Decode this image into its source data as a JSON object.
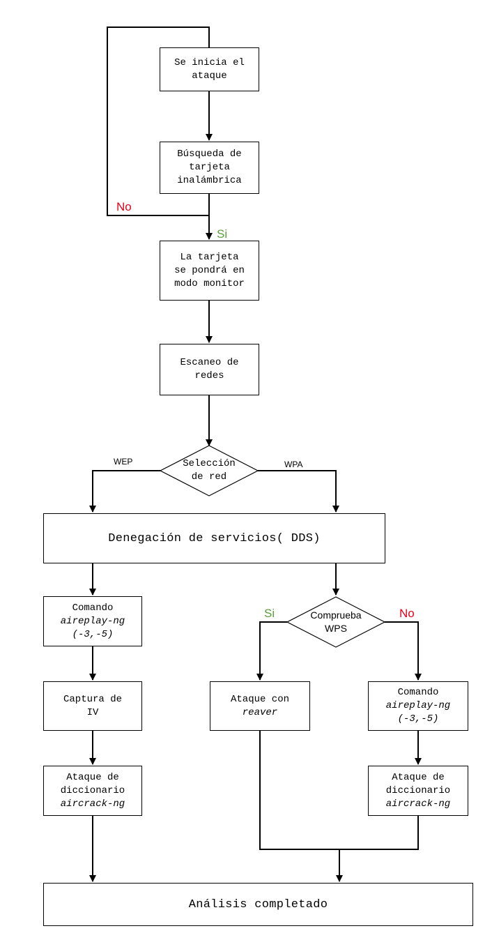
{
  "diagram": {
    "nodes": {
      "start": {
        "lines": [
          "Se inicia el",
          "ataque"
        ]
      },
      "search": {
        "lines": [
          "Búsqueda de",
          "tarjeta",
          "inalámbrica"
        ]
      },
      "monitor": {
        "lines": [
          "La tarjeta",
          "se pondrá en",
          "modo monitor"
        ]
      },
      "scan": {
        "lines": [
          "Escaneo de",
          "redes"
        ]
      },
      "select": {
        "lines": [
          "Selección",
          "de red"
        ]
      },
      "dds": {
        "lines": [
          "Denegación de servicios( DDS)"
        ]
      },
      "cmd_left": {
        "lines": [
          "Comando",
          "aireplay-ng",
          "(-3,-5)"
        ]
      },
      "wps": {
        "lines": [
          "Comprueba",
          "WPS"
        ]
      },
      "capture": {
        "lines": [
          "Captura de",
          "IV"
        ]
      },
      "reaver": {
        "lines": [
          "Ataque con",
          "reaver"
        ]
      },
      "cmd_right": {
        "lines": [
          "Comando",
          "aireplay-ng",
          "(-3,-5)"
        ]
      },
      "dict_left": {
        "lines": [
          "Ataque de",
          "diccionario",
          "aircrack-ng"
        ]
      },
      "dict_right": {
        "lines": [
          "Ataque de",
          "diccionario",
          "aircrack-ng"
        ]
      },
      "done": {
        "lines": [
          "Análisis completado"
        ]
      }
    },
    "edge_labels": {
      "no_loop": "No",
      "si_monitor": "Si",
      "wep": "WEP",
      "wpa": "WPA",
      "si_wps": "Si",
      "no_wps": "No"
    },
    "colors": {
      "no": "#e8001c",
      "si": "#5a9e3a",
      "line": "#000000"
    }
  }
}
